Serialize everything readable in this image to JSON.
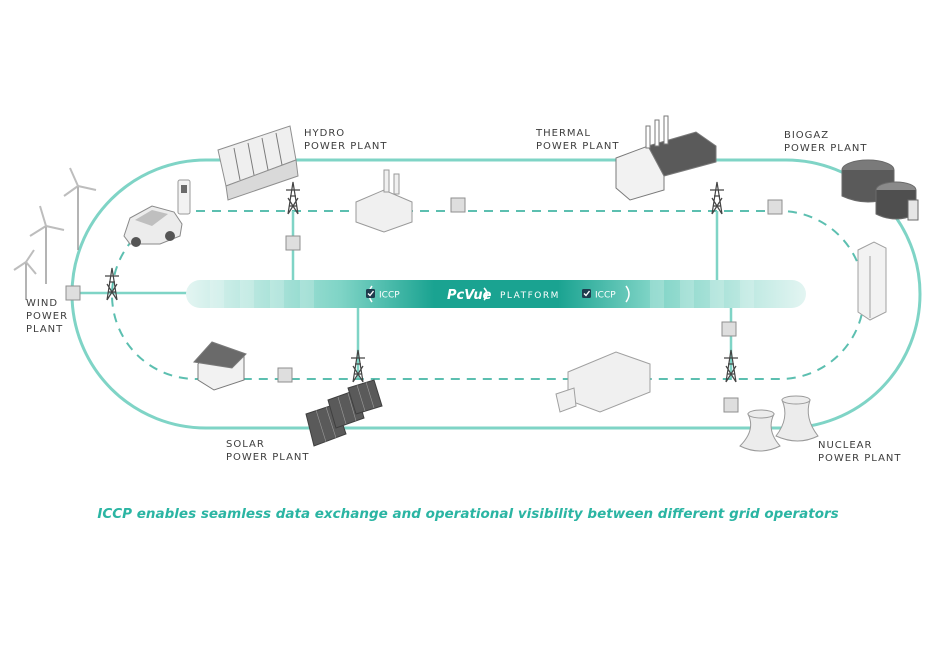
{
  "colors": {
    "accent": "#1aa391",
    "accent_light": "#c6ebe4",
    "ring": "#7fd4c6",
    "ring_dash": "#5cbfb0",
    "caption": "#2bb5a3",
    "icon_grey": "#d9d9d9",
    "icon_dark": "#4a4a4a"
  },
  "platform": {
    "brand": "PcVue",
    "suffix": "PLATFORM",
    "badge_left": "ICCP",
    "badge_right": "ICCP"
  },
  "plants": {
    "hydro": "HYDRO\nPOWER PLANT",
    "thermal": "THERMAL\nPOWER PLANT",
    "biogaz": "BIOGAZ\nPOWER PLANT",
    "wind": "WIND\nPOWER\nPLANT",
    "solar": "SOLAR\nPOWER PLANT",
    "nuclear": "NUCLEAR\nPOWER PLANT"
  },
  "caption": "ICCP enables seamless data exchange and operational visibility between different grid operators"
}
